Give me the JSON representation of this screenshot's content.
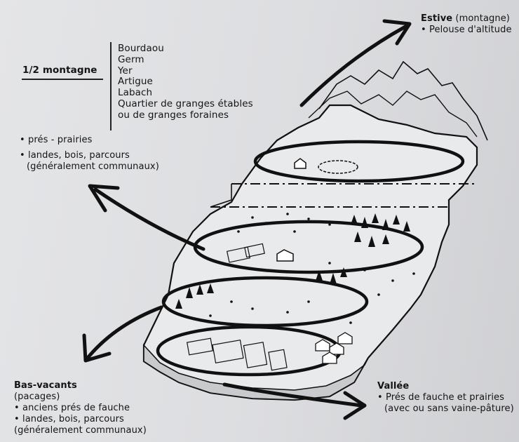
{
  "estive": {
    "title": "Estive",
    "qualifier": "(montagne)",
    "items": [
      "Pelouse d'altitude"
    ]
  },
  "half_mountain": {
    "title": "1/2 montagne",
    "places": [
      "Bourdaou",
      "Germ",
      "Yer",
      "Artigue",
      "Labach",
      "Quartier de granges étables",
      "ou de granges foraines"
    ],
    "features": [
      "prés - prairies",
      "landes, bois, parcours",
      "(généralement communaux)"
    ]
  },
  "bas_vacants": {
    "title": "Bas-vacants",
    "qualifier": "(pacages)",
    "items": [
      "anciens prés de fauche",
      "landes, bois, parcours",
      "(généralement communaux)"
    ]
  },
  "vallee": {
    "title": "Vallée",
    "items": [
      "Prés de fauche et prairies",
      "(avec ou sans vaine-pâture)"
    ]
  }
}
